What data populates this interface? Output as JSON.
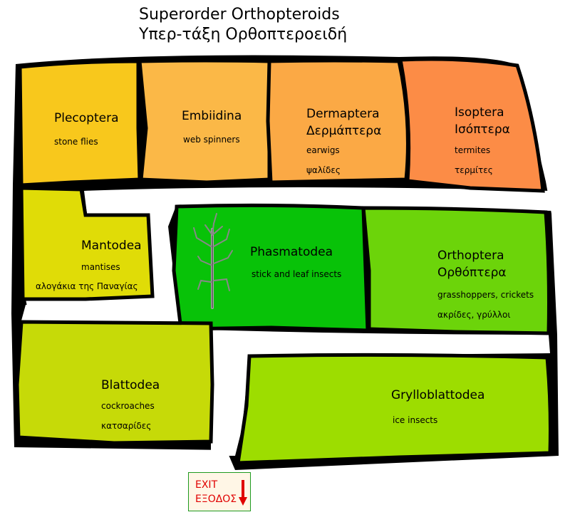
{
  "title": {
    "line1": "Superorder Orthopteroids",
    "line2": "Υπερ-τάξη Ορθοπτεροειδή"
  },
  "regions": [
    {
      "name": "Plecoptera",
      "lines": [
        "stone flies"
      ],
      "color": "#f8c81c"
    },
    {
      "name": "Embiidina",
      "lines": [
        "web spinners"
      ],
      "color": "#fbb847"
    },
    {
      "name": "Dermaptera",
      "name2": "Δερμάπτερα",
      "lines": [
        "earwigs",
        "ψαλίδες"
      ],
      "color": "#fba945"
    },
    {
      "name": "Isoptera",
      "name2": "Ισόπτερα",
      "lines": [
        "termites",
        "τερμίτες"
      ],
      "color": "#fc8c46"
    },
    {
      "name": "Mantodea",
      "lines": [
        "mantises",
        "αλογάκια της Παναγίας"
      ],
      "color": "#e0dc07"
    },
    {
      "name": "Phasmatodea",
      "lines": [
        "stick and leaf insects"
      ],
      "color": "#08c208"
    },
    {
      "name": "Orthoptera",
      "name2": "Ορθόπτερα",
      "lines": [
        "grasshoppers, crickets",
        "ακρίδες, γρύλλοι"
      ],
      "color": "#6cd40a"
    },
    {
      "name": "Blattodea",
      "lines": [
        "cockroaches",
        "κατσαρίδες"
      ],
      "color": "#c6da08"
    },
    {
      "name": "Grylloblattodea",
      "lines": [
        "ice insects"
      ],
      "color": "#9ddd00"
    }
  ],
  "exit": {
    "line1": "EXIT",
    "line2": "ΕΞΟΔΟΣ",
    "text_color": "#e00000",
    "border_color": "#1f9a1f"
  },
  "icons": [
    "stick-insect-icon",
    "down-arrow-icon"
  ]
}
